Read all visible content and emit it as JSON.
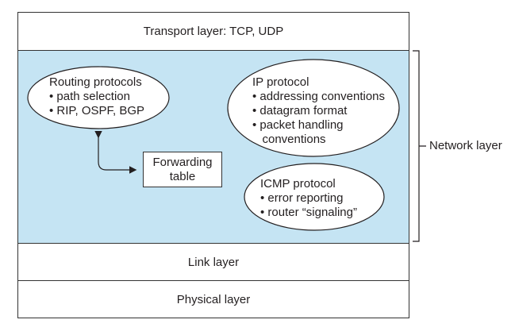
{
  "layers": {
    "transport": "Transport layer: TCP, UDP",
    "network": "Network layer",
    "link": "Link layer",
    "physical": "Physical layer"
  },
  "routing": {
    "title": "Routing protocols",
    "items": [
      "• path selection",
      "• RIP, OSPF, BGP"
    ]
  },
  "ip": {
    "title": "IP protocol",
    "items": [
      "• addressing conventions",
      "• datagram format",
      "• packet handling",
      "   conventions"
    ]
  },
  "icmp": {
    "title": "ICMP protocol",
    "items": [
      "• error reporting",
      "• router “signaling”"
    ]
  },
  "forwarding": {
    "line1": "Forwarding",
    "line2": "table"
  },
  "colors": {
    "network_fill": "#c5e4f3",
    "ellipse_fill": "#ffffff",
    "stroke": "#231f20"
  }
}
